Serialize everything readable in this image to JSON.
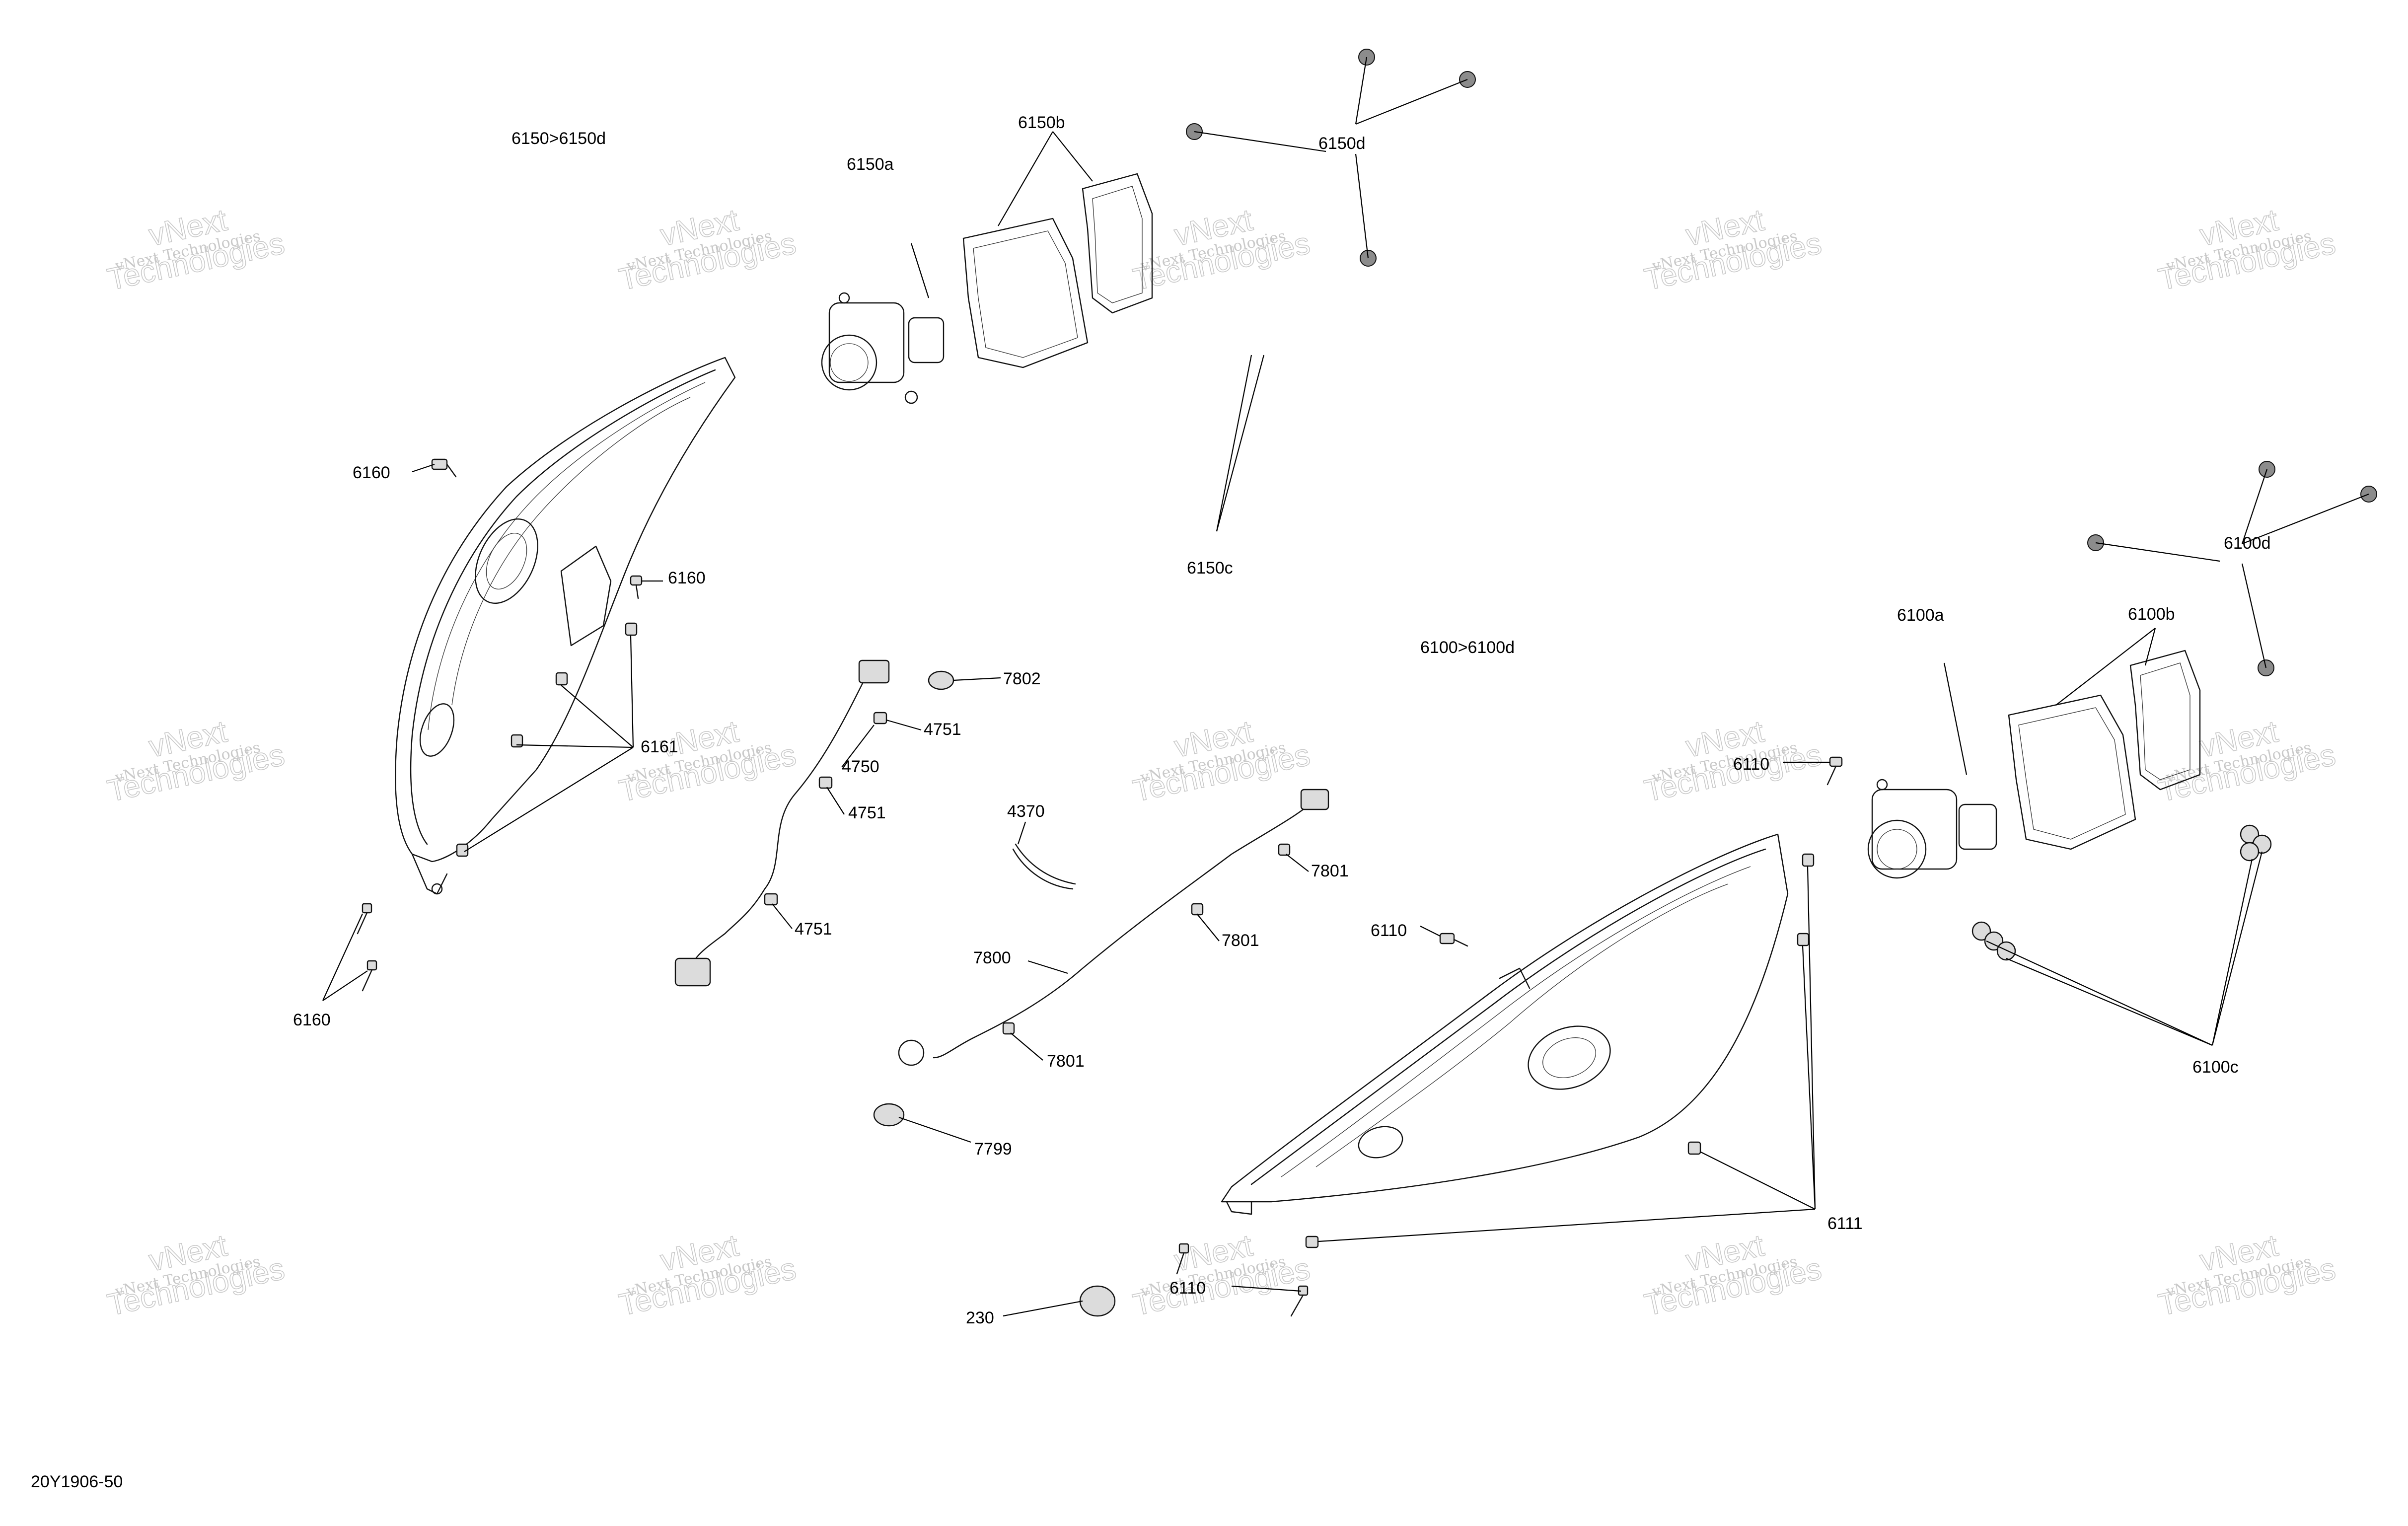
{
  "diagram": {
    "group_labels": {
      "left_group": "6150>6150d",
      "right_group": "6100>6100d"
    },
    "callouts": {
      "c6150b": "6150b",
      "c6150a": "6150a",
      "c6150d": "6150d",
      "c6150c": "6150c",
      "c6160_a": "6160",
      "c6160_b": "6160",
      "c6160_c": "6160",
      "c6161": "6161",
      "c7802": "7802",
      "c4751_a": "4751",
      "c4750": "4750",
      "c4751_b": "4751",
      "c4751_c": "4751",
      "c4370": "4370",
      "c7801_a": "7801",
      "c7801_b": "7801",
      "c7800": "7800",
      "c7801_c": "7801",
      "c7799": "7799",
      "c230": "230",
      "c6110_a": "6110",
      "c6110_b": "6110",
      "c6110_c": "6110",
      "c6111": "6111",
      "c6100a": "6100a",
      "c6100b": "6100b",
      "c6100c": "6100c",
      "c6100d": "6100d"
    },
    "watermark": {
      "small": "vNext Technologies",
      "big": "Technologies",
      "big2": "vNext"
    },
    "reference_number": "20Y1906-50"
  },
  "colors": {
    "line": "#111111",
    "watermark": "#c9c9c9",
    "background": "#ffffff"
  }
}
